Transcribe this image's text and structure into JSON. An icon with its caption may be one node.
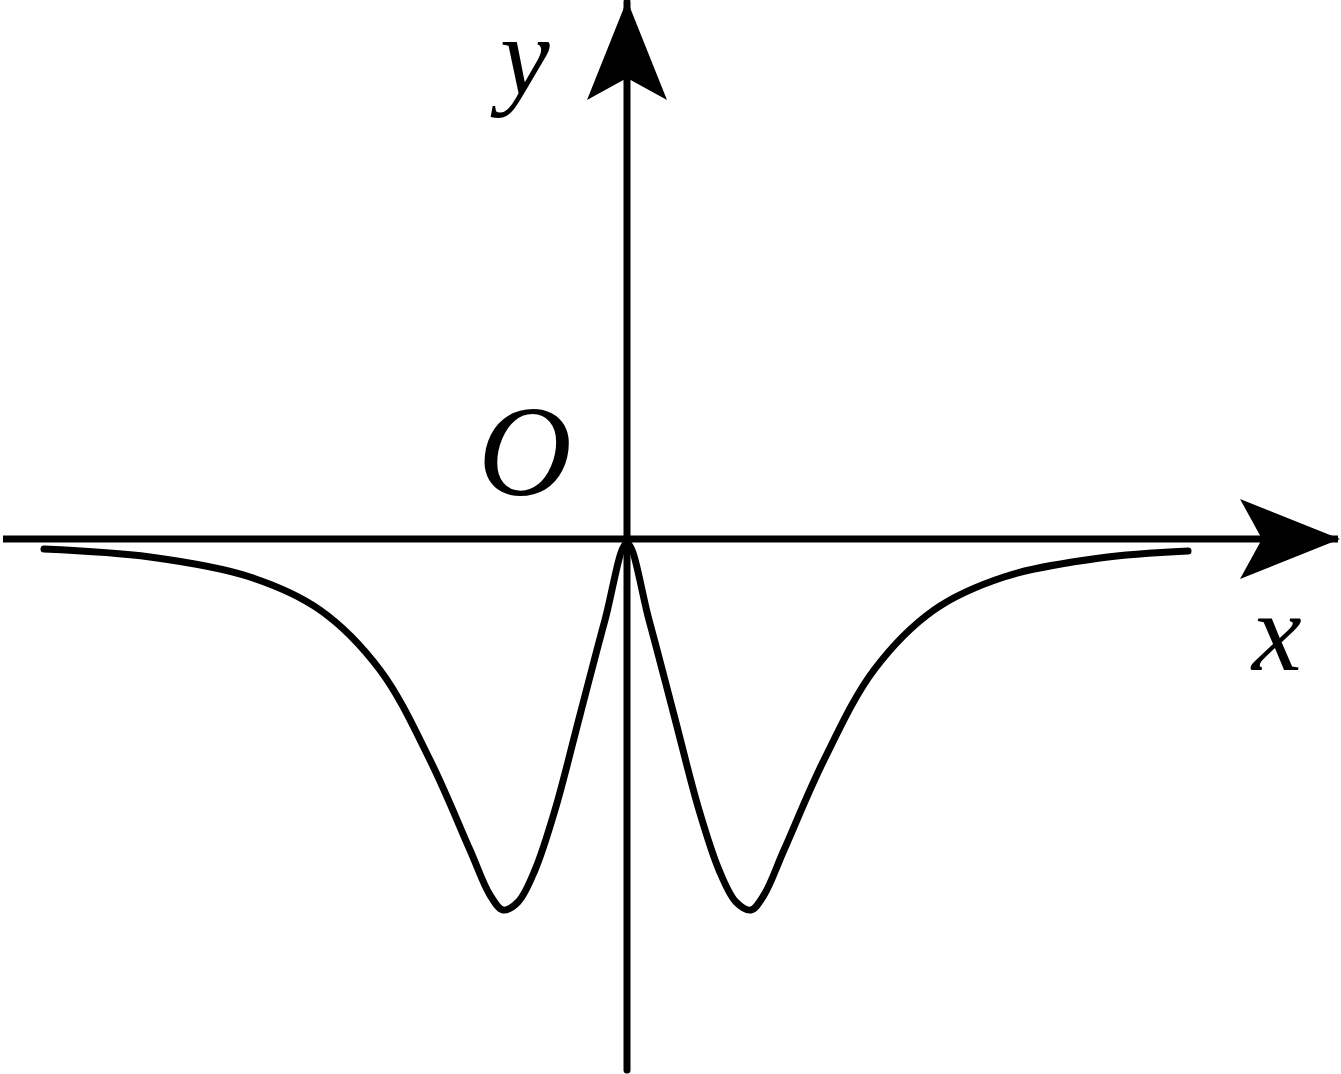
{
  "diagram": {
    "labels": [
      "y",
      "O",
      "x"
    ]
  }
}
